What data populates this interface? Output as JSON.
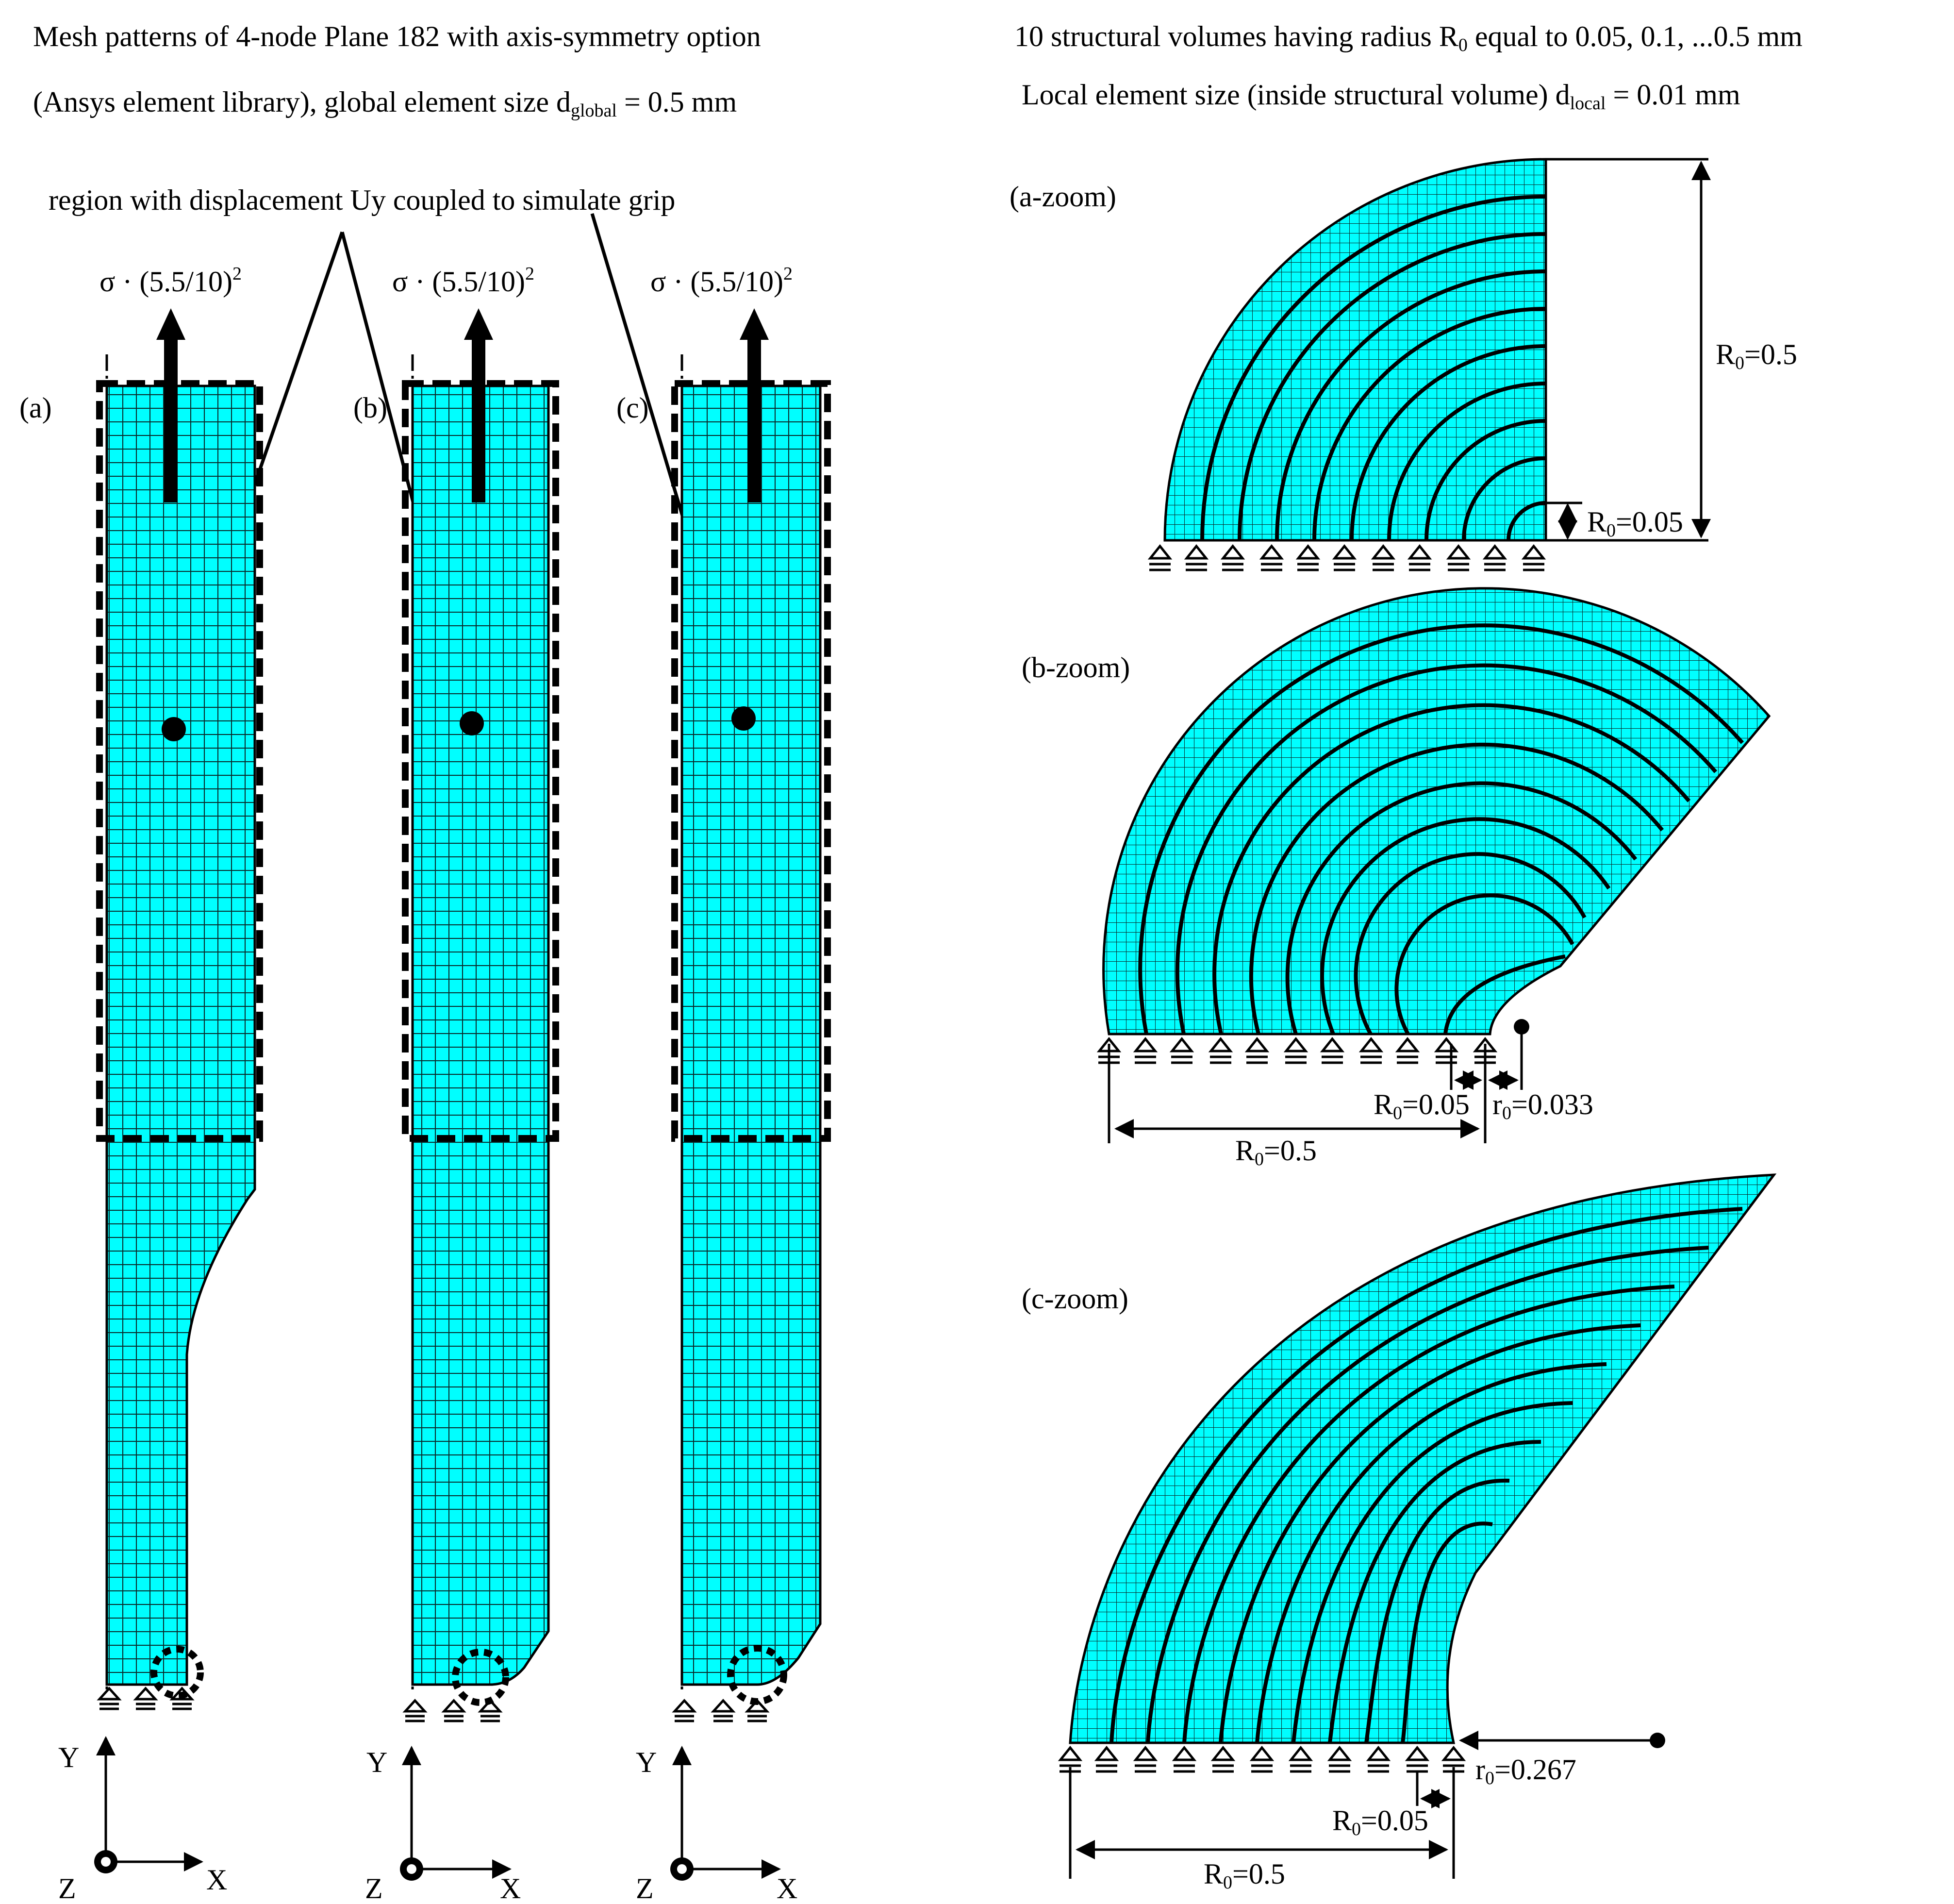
{
  "header": {
    "left_line1": "Mesh patterns of 4-node Plane 182 with axis-symmetry option",
    "left_line2_pre": "(Ansys element library), global element size d",
    "left_line2_sub": "global",
    "left_line2_post": " = 0.5 mm",
    "right_line1_pre": "10 structural volumes having radius R",
    "right_line1_sub": "0",
    "right_line1_post": " equal to 0.05, 0.1, ...0.5 mm",
    "right_line2_pre": "Local element size (inside structural volume) d",
    "right_line2_sub": "local",
    "right_line2_post": " = 0.01 mm"
  },
  "callout": {
    "text": "region with displacement Uy coupled to simulate grip"
  },
  "load": {
    "pre": "σ · (5.5/10)",
    "sup": "2"
  },
  "specimens": [
    {
      "label": "(a)"
    },
    {
      "label": "(b)"
    },
    {
      "label": "(c)"
    }
  ],
  "axes": {
    "y": "Y",
    "x": "X",
    "z": "Z"
  },
  "zooms": {
    "a": {
      "label": "(a-zoom)",
      "R_outer_pre": "R",
      "R_outer_sub": "0",
      "R_outer_post": "=0.5",
      "R_inner_pre": "R",
      "R_inner_sub": "0",
      "R_inner_post": "=0.05"
    },
    "b": {
      "label": "(b-zoom)",
      "R_inner_pre": "R",
      "R_inner_sub": "0",
      "R_inner_post": "=0.05",
      "r_pre": "r",
      "r_sub": "0",
      "r_post": "=0.033",
      "R_outer_pre": "R",
      "R_outer_sub": "0",
      "R_outer_post": "=0.5"
    },
    "c": {
      "label": "(c-zoom)",
      "r_pre": "r",
      "r_sub": "0",
      "r_post": "=0.267",
      "R_inner_pre": "R",
      "R_inner_sub": "0",
      "R_inner_post": "=0.05",
      "R_outer_pre": "R",
      "R_outer_sub": "0",
      "R_outer_post": "=0.5"
    }
  },
  "colors": {
    "mesh": "#00ffff",
    "grid": "#0a2a2a",
    "line": "#000000"
  }
}
